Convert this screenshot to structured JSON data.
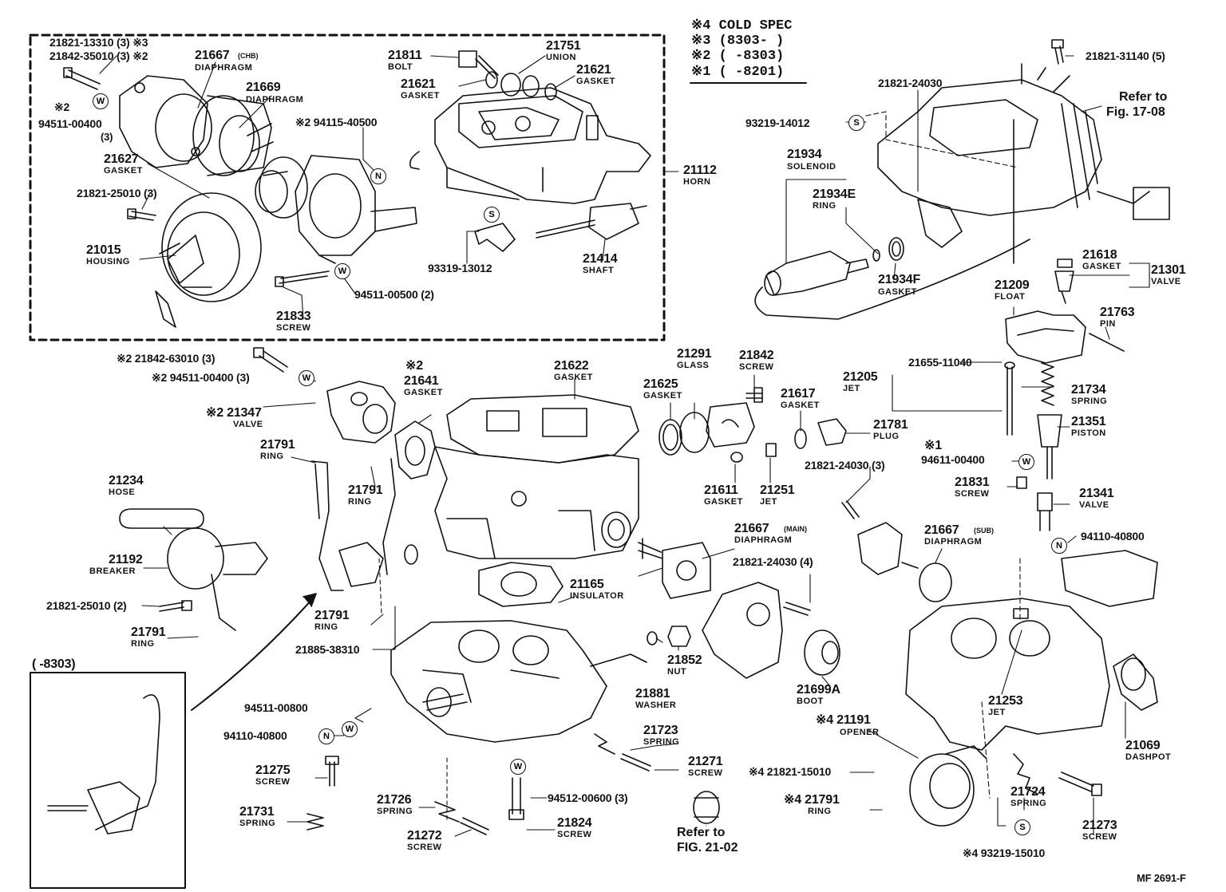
{
  "diagram": {
    "code": "MF  2691-F",
    "legend": {
      "title": "※4 COLD SPEC",
      "row3": "※3 (8303-        )",
      "row2": "※2 (      -8303)",
      "row1": "※1 (      -8201)"
    },
    "inset_label": "(      -8303)",
    "symbols": {
      "w": "W",
      "s": "S",
      "n": "N"
    },
    "parts": {
      "p_21821_13310": "21821-13310 (3) ※3",
      "p_21842_35010": "21842-35010 (3) ※2",
      "p_21667_chb": "21667",
      "p_21667_chb_sub": "(CHB)",
      "p_21667_chb_name": "DIAPHRAGM",
      "p_21669": "21669",
      "p_21669_name": "DIAPHRAGM",
      "p_m2_a": "※2",
      "p_94511_00400_a": "94511-00400",
      "p_94511_00400_a_qty": "(3)",
      "p_21627": "21627",
      "p_21627_name": "GASKET",
      "p_21821_25010_3": "21821-25010 (3)",
      "p_21015": "21015",
      "p_21015_name": "HOUSING",
      "p_21833": "21833",
      "p_21833_name": "SCREW",
      "p_94511_00500": "94511-00500 (2)",
      "p_94115_40500": "※2  94115-40500",
      "p_21811": "21811",
      "p_21811_name": "BOLT",
      "p_21751": "21751",
      "p_21751_name": "UNION",
      "p_21621_a": "21621",
      "p_21621_a_name": "GASKET",
      "p_21621_b": "21621",
      "p_21621_b_name": "GASKET",
      "p_21112": "21112",
      "p_21112_name": "HORN",
      "p_93319_13012": "93319-13012",
      "p_21414": "21414",
      "p_21414_name": "SHAFT",
      "p_21821_31140": "21821-31140 (5)",
      "p_21821_24030_top": "21821-24030",
      "p_refer_17": "Refer to",
      "p_refer_17b": "Fig. 17-08",
      "p_93219_14012": "93219-14012",
      "p_21934": "21934",
      "p_21934_name": "SOLENOID",
      "p_21934e": "21934E",
      "p_21934e_name": "RING",
      "p_21934f": "21934F",
      "p_21934f_name": "GASKET",
      "p_21618": "21618",
      "p_21618_name": "GASKET",
      "p_21301": "21301",
      "p_21301_name": "VALVE",
      "p_21209": "21209",
      "p_21209_name": "FLOAT",
      "p_21763": "21763",
      "p_21763_name": "PIN",
      "p_21842_63010": "※2  21842-63010 (3)",
      "p_94511_00400_b": "※2  94511-00400 (3)",
      "p_21347": "※2  21347",
      "p_21347_name": "VALVE",
      "p_21641_m": "※2",
      "p_21641": "21641",
      "p_21641_name": "GASKET",
      "p_21622": "21622",
      "p_21622_name": "GASKET",
      "p_21291": "21291",
      "p_21291_name": "GLASS",
      "p_21842": "21842",
      "p_21842_name": "SCREW",
      "p_21625": "21625",
      "p_21625_name": "GASKET",
      "p_21617": "21617",
      "p_21617_name": "GASKET",
      "p_21781": "21781",
      "p_21781_name": "PLUG",
      "p_21205": "21205",
      "p_21205_name": "JET",
      "p_21655_11040": "21655-11040",
      "p_21734": "21734",
      "p_21734_name": "SPRING",
      "p_21351": "21351",
      "p_21351_name": "PISTON",
      "p_94611_m": "※1",
      "p_94611_00400": "94611-00400",
      "p_21791_a": "21791",
      "p_21791_a_name": "RING",
      "p_21791_b": "21791",
      "p_21791_b_name": "RING",
      "p_21611": "21611",
      "p_21611_name": "GASKET",
      "p_21251": "21251",
      "p_21251_name": "JET",
      "p_21821_24030_3": "21821-24030 (3)",
      "p_21831": "21831",
      "p_21831_name": "SCREW",
      "p_21341": "21341",
      "p_21341_name": "VALVE",
      "p_21234": "21234",
      "p_21234_name": "HOSE",
      "p_94110_40800_r": "94110-40800",
      "p_21667_main": "21667",
      "p_21667_main_sub": "(MAIN)",
      "p_21667_main_name": "DIAPHRAGM",
      "p_21667_sub": "21667",
      "p_21667_sub_sub": "(SUB)",
      "p_21667_sub_name": "DIAPHRAGM",
      "p_21192": "21192",
      "p_21192_name": "BREAKER",
      "p_21165": "21165",
      "p_21165_name": "INSULATOR",
      "p_21821_24030_4": "21821-24030 (4)",
      "p_21821_25010_2": "21821-25010 (2)",
      "p_21791_c": "21791",
      "p_21791_c_name": "RING",
      "p_21791_d": "21791",
      "p_21791_d_name": "RING",
      "p_21885_38310": "21885-38310",
      "p_21852": "21852",
      "p_21852_name": "NUT",
      "p_21881": "21881",
      "p_21881_name": "WASHER",
      "p_21699a": "21699A",
      "p_21699a_name": "BOOT",
      "p_21253": "21253",
      "p_21253_name": "JET",
      "p_21069": "21069",
      "p_21069_name": "DASHPOT",
      "p_94511_00800": "94511-00800",
      "p_94110_40800_l": "94110-40800",
      "p_21723": "21723",
      "p_21723_name": "SPRING",
      "p_21271": "21271",
      "p_21271_name": "SCREW",
      "p_21191": "※4 21191",
      "p_21191_name": "OPENER",
      "p_21275": "21275",
      "p_21275_name": "SCREW",
      "p_21731": "21731",
      "p_21731_name": "SPRING",
      "p_21726": "21726",
      "p_21726_name": "SPRING",
      "p_21272": "21272",
      "p_21272_name": "SCREW",
      "p_94512_00600": "94512-00600 (3)",
      "p_21824": "21824",
      "p_21824_name": "SCREW",
      "p_refer_21": "Refer to",
      "p_refer_21b": "FIG. 21-02",
      "p_21821_15010": "※4 21821-15010",
      "p_21791_e": "※4 21791",
      "p_21791_e_name": "RING",
      "p_21724": "21724",
      "p_21724_name": "SPRING",
      "p_21273": "21273",
      "p_21273_name": "SCREW",
      "p_93219_15010": "※4 93219-15010"
    }
  }
}
